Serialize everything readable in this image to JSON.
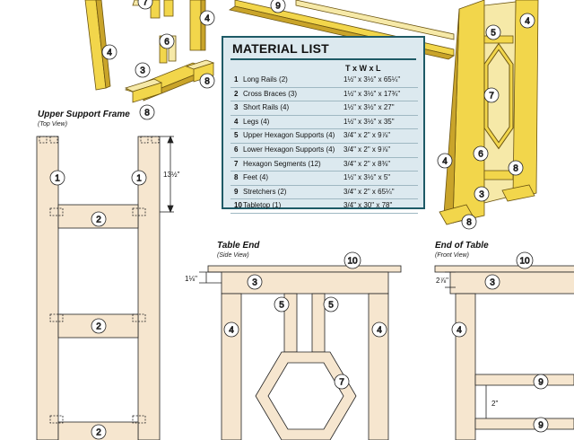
{
  "material_list": {
    "title": "MATERIAL LIST",
    "column_header": "T x W x L",
    "items": [
      {
        "num": "1",
        "name": "Long Rails (2)",
        "size": "1½\" x 3½\" x 65¼\""
      },
      {
        "num": "2",
        "name": "Cross Braces (3)",
        "size": "1½\" x 3½\" x 17¾\""
      },
      {
        "num": "3",
        "name": "Short Rails (4)",
        "size": "1½\" x 3½\" x 27\""
      },
      {
        "num": "4",
        "name": "Legs (4)",
        "size": "1½\" x 3½\" x 35\""
      },
      {
        "num": "5",
        "name": "Upper Hexagon Supports (4)",
        "size": "3/4\" x 2\" x 9⅞\""
      },
      {
        "num": "6",
        "name": "Lower Hexagon Supports (4)",
        "size": "3/4\" x 2\" x 9⅞\""
      },
      {
        "num": "7",
        "name": "Hexagon Segments (12)",
        "size": "3/4\" x 2\" x 8⅜\""
      },
      {
        "num": "8",
        "name": "Feet (4)",
        "size": "1½\" x 3½\" x 5\""
      },
      {
        "num": "9",
        "name": "Stretchers (2)",
        "size": "3/4\" x 2\" x 65¼\""
      },
      {
        "num": "10",
        "name": "Tabletop (1)",
        "size": "3/4\" x 30\" x 78\""
      }
    ]
  },
  "views": {
    "upper_support": {
      "title": "Upper Support Frame",
      "subtitle": "(Top View)",
      "dimension": "13½\""
    },
    "table_end": {
      "title": "Table End",
      "subtitle": "(Side View)",
      "dimension": "1⅛\""
    },
    "end_of_table": {
      "title": "End of Table",
      "subtitle": "(Front View)",
      "dimension_top": "2⅞\"",
      "dimension_gap": "2\""
    }
  },
  "callouts": {
    "c1": "1",
    "c2": "2",
    "c3": "3",
    "c4": "4",
    "c5": "5",
    "c6": "6",
    "c7": "7",
    "c8": "8",
    "c9": "9",
    "c10": "10"
  },
  "colors": {
    "wood_yellow": "#f2d64b",
    "wood_light": "#f6e9a8",
    "wood_shadow": "#c9a42a",
    "panel_bg": "#dce9ef",
    "panel_border": "#1e5a66",
    "drawing_wood": "#f6e6cf"
  }
}
